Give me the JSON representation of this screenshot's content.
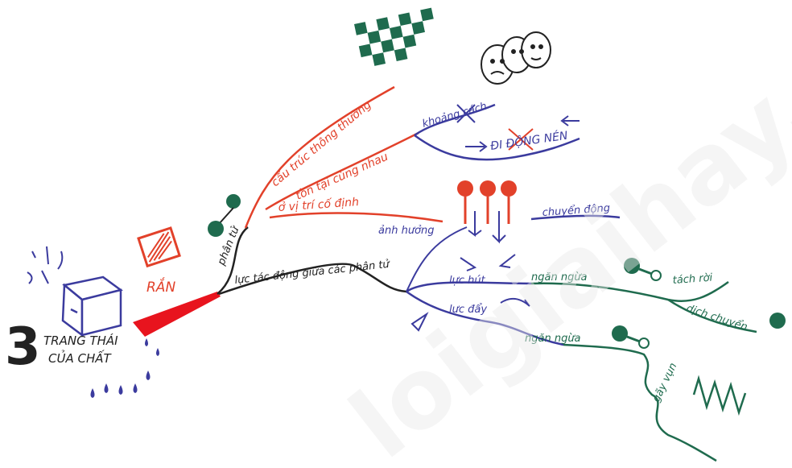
{
  "title": {
    "number": "3",
    "line1": "TRANG THÁI",
    "line2": "CỦA CHẤT"
  },
  "solid_label": "RẮN",
  "nodes": {
    "phan_tu": "phân tử",
    "cau_truc": "cấu trúc thông thường",
    "ton_tai": "tồn tại cùng nhau",
    "o_vi_tri": "ở vị trí cố định",
    "luc_tac_dong": "lực tác động giữa các phân tử",
    "khoang_cach": "khoảng cách",
    "di_dong_nen": "ĐI ĐỘNG NÉN",
    "anh_huong": "ảnh hưởng",
    "chuyen_dong": "chuyển động",
    "luc_hut": "lực hút",
    "luc_day": "lực đẩy",
    "ngan_ngua_1": "ngăn ngừa",
    "ngan_ngua_2": "ngăn ngừa",
    "tach_roi": "tách rời",
    "dich_chuyen": "dịch chuyển",
    "gay_vun": "gãy vụn"
  },
  "watermark": "loigiaihay.com",
  "colors": {
    "red": "#e2412a",
    "blue": "#3b3b9e",
    "green": "#1f6b4e",
    "black": "#222222",
    "bright_red": "#e8141e"
  }
}
